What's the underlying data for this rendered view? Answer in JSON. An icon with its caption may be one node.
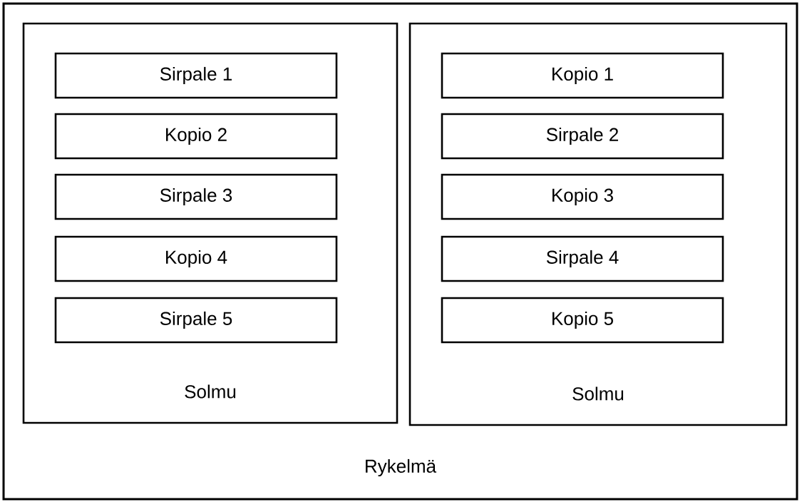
{
  "diagram": {
    "nodes": [
      {
        "text": [
          "Rykelmä"
        ]
      },
      {
        "text": [
          "Solmu"
        ],
        "in": 0
      },
      {
        "text": [
          "Sirpale 1"
        ],
        "in": 1
      },
      {
        "text": [
          "Kopio 2"
        ],
        "in": 1
      },
      {
        "text": [
          "Sirpale 3"
        ],
        "in": 1
      },
      {
        "text": [
          "Kopio 4"
        ],
        "in": 1
      },
      {
        "text": [
          "Sirpale 5"
        ],
        "in": 1
      },
      {
        "text": [
          "Solmu"
        ],
        "in": 0
      },
      {
        "text": [
          "Kopio 1"
        ],
        "in": 7
      },
      {
        "text": [
          "Sirpale 2"
        ],
        "in": 7
      },
      {
        "text": [
          "Kopio 3"
        ],
        "in": 7
      },
      {
        "text": [
          "Sirpale 4"
        ],
        "in": 7
      },
      {
        "text": [
          "Kopio 5"
        ],
        "in": 7
      }
    ],
    "edges": []
  }
}
